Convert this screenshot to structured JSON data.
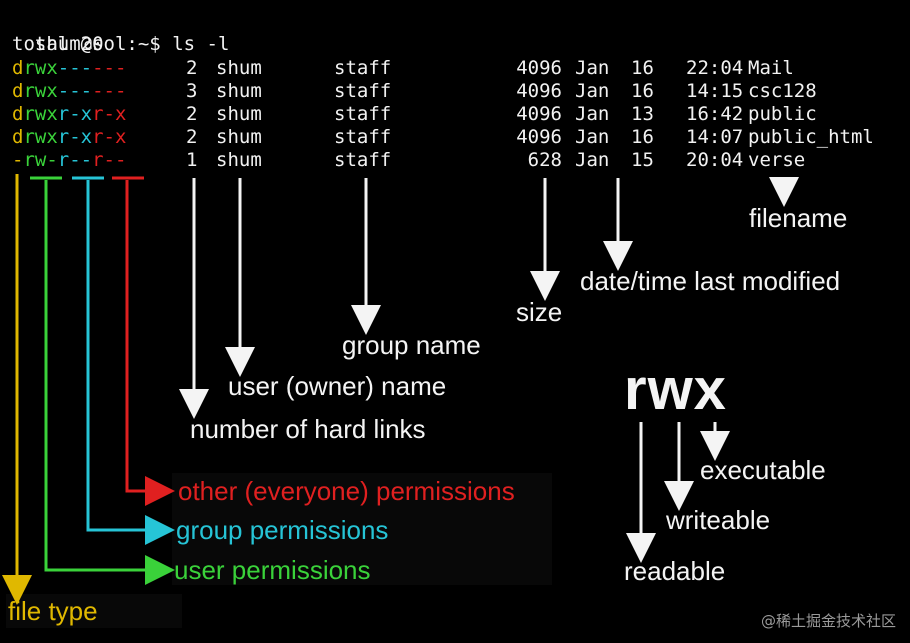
{
  "terminal": {
    "prompt": "shum@sol:~$",
    "command": "ls -l",
    "total": "total 20",
    "rows": [
      {
        "type": "d",
        "user": "rwx",
        "group": "---",
        "other": "---",
        "links": "2",
        "owner": "shum",
        "grp": "staff",
        "size": "4096",
        "month": "Jan",
        "day": "16",
        "time": "22:04",
        "name": "Mail"
      },
      {
        "type": "d",
        "user": "rwx",
        "group": "---",
        "other": "---",
        "links": "3",
        "owner": "shum",
        "grp": "staff",
        "size": "4096",
        "month": "Jan",
        "day": "16",
        "time": "14:15",
        "name": "csc128"
      },
      {
        "type": "d",
        "user": "rwx",
        "group": "r-x",
        "other": "r-x",
        "links": "2",
        "owner": "shum",
        "grp": "staff",
        "size": "4096",
        "month": "Jan",
        "day": "13",
        "time": "16:42",
        "name": "public"
      },
      {
        "type": "d",
        "user": "rwx",
        "group": "r-x",
        "other": "r-x",
        "links": "2",
        "owner": "shum",
        "grp": "staff",
        "size": "4096",
        "month": "Jan",
        "day": "16",
        "time": "14:07",
        "name": "public_html"
      },
      {
        "type": "-",
        "user": "rw-",
        "group": "r--",
        "other": "r--",
        "links": "1",
        "owner": "shum",
        "grp": "staff",
        "size": "628",
        "month": "Jan",
        "day": "15",
        "time": "20:04",
        "name": "verse"
      }
    ]
  },
  "labels": {
    "filename": "filename",
    "datetime": "date/time last modified",
    "size": "size",
    "group_name": "group name",
    "owner_name": "user (owner) name",
    "hard_links": "number of hard links",
    "other_perm": "other (everyone) permissions",
    "group_perm": "group permissions",
    "user_perm": "user permissions",
    "file_type": "file type"
  },
  "rwx": {
    "title": "rwx",
    "executable": "executable",
    "writeable": "writeable",
    "readable": "readable"
  },
  "watermark": "@稀土掘金技术社区",
  "colors": {
    "file_type": "#e0b800",
    "user": "#3ad23a",
    "group": "#26c4d6",
    "other": "#e02020",
    "text": "#f4f4f4"
  }
}
